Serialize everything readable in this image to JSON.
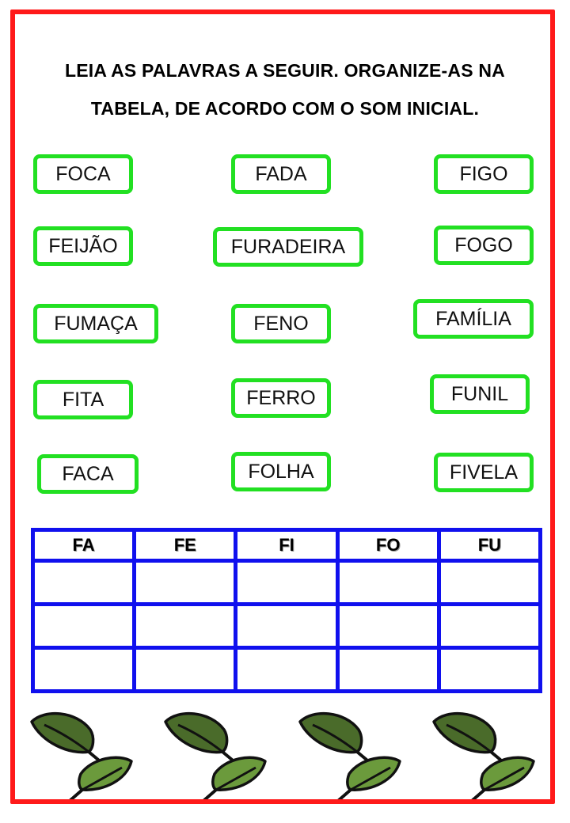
{
  "instruction": {
    "line1": "LEIA AS PALAVRAS A SEGUIR. ORGANIZE-AS NA",
    "line2": "TABELA, DE ACORDO COM O SOM INICIAL."
  },
  "words": [
    "FOCA",
    "FADA",
    "FIGO",
    "FEIJÃO",
    "FURADEIRA",
    "FOGO",
    "FUMAÇA",
    "FENO",
    "FAMÍLIA",
    "FITA",
    "FERRO",
    "FUNIL",
    "FACA",
    "FOLHA",
    "FIVELA"
  ],
  "table": {
    "headers": [
      "FA",
      "FE",
      "FI",
      "FO",
      "FU"
    ],
    "empty_rows": 3
  },
  "colors": {
    "frame": "#ff1a1a",
    "word_border": "#22e022",
    "table_border": "#1010ee",
    "leaf_dark": "#4a6b2a",
    "leaf_light": "#6b9a3c"
  },
  "decorations": {
    "leaf_icon": "leaf-icon",
    "leaf_pairs": 4
  }
}
